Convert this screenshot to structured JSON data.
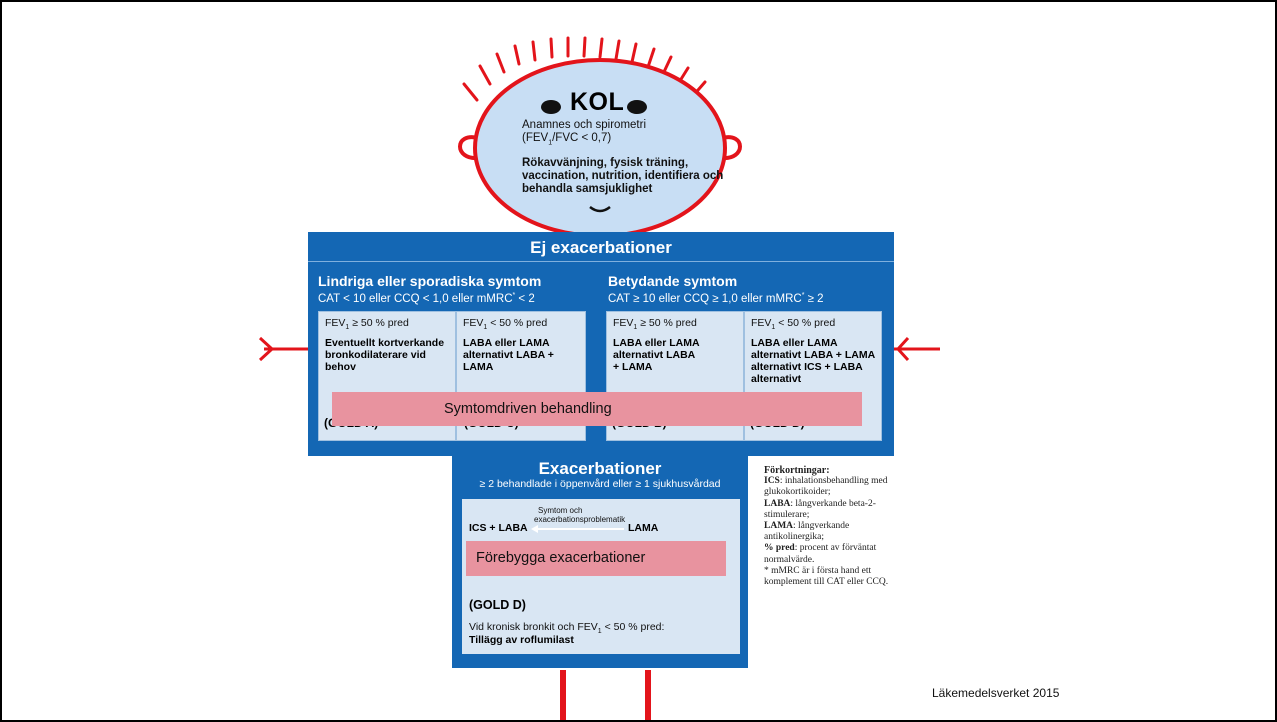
{
  "face": {
    "title": "KOL",
    "line1": "Anamnes och spirometri",
    "line2_pre": "(FEV",
    "line2_sub": "1",
    "line2_post": "/FVC < 0,7)",
    "advice": "Rökavvänjning, fysisk träning, vaccination, nutrition, identifiera och behandla samsjuklighet"
  },
  "main_panel": {
    "title": "Ej exacerbationer",
    "left": {
      "heading": "Lindriga eller sporadiska symtom",
      "criteria_pre": "CAT < 10 eller CCQ < 1,0 eller mMRC",
      "criteria_sup": "*",
      "criteria_post": " < 2",
      "cells": [
        {
          "fev_pre": "FEV",
          "fev_sub": "1",
          "fev_post": " ≥ 50 % pred",
          "body": "Eventuellt kortverkande bronkodilaterare vid behov",
          "gold": "(GOLD A)"
        },
        {
          "fev_pre": "FEV",
          "fev_sub": "1",
          "fev_post": " < 50 % pred",
          "body": "LABA eller LAMA alternativt LABA + LAMA",
          "gold": "(GOLD C)"
        }
      ]
    },
    "right": {
      "heading": "Betydande symtom",
      "criteria_pre": "CAT ≥ 10 eller CCQ ≥ 1,0 eller mMRC",
      "criteria_sup": "*",
      "criteria_post": " ≥ 2",
      "cells": [
        {
          "fev_pre": "FEV",
          "fev_sub": "1",
          "fev_post": " ≥ 50 % pred",
          "body": "LABA eller LAMA alternativt LABA + LAMA",
          "gold": "(GOLD B)"
        },
        {
          "fev_pre": "FEV",
          "fev_sub": "1",
          "fev_post": " < 50 % pred",
          "body": "LABA eller LAMA alternativt LABA + LAMA alternativt ICS + LABA alternativt",
          "gold": "(GOLD D)"
        }
      ]
    },
    "overlay": "Symtomdriven behandling"
  },
  "exa_panel": {
    "title": "Exacerbationer",
    "subtitle": "≥ 2 behandlade i öppenvård eller ≥ 1 sjukhusvårdad",
    "arrow_label_1": "Symtom och",
    "arrow_label_2": "exacerbationsproblematik",
    "left_label": "ICS + LABA",
    "right_label": "LAMA",
    "overlay": "Förebygga exacerbationer",
    "gold": "(GOLD D)",
    "note_pre": "Vid kronisk bronkit och FEV",
    "note_sub": "1",
    "note_post": " < 50 % pred:",
    "note_bold": "Tillägg av roflumilast"
  },
  "legend": {
    "title": "Förkortningar:",
    "items": [
      {
        "abbr": "ICS",
        "text": ": inhalationsbehandling med glukokortikoider;"
      },
      {
        "abbr": "LABA",
        "text": ": långverkande beta-2-stimulerare;"
      },
      {
        "abbr": "LAMA",
        "text": ": långverkande antikolinergika;"
      },
      {
        "abbr": "% pred",
        "text": ": procent av förväntat normalvärde."
      }
    ],
    "footnote": "* mMRC är i första hand ett komplement till CAT eller CCQ."
  },
  "footer": "Läkemedelsverket 2015",
  "colors": {
    "panel_blue": "#1467b4",
    "cell_bg": "#d9e6f3",
    "face_fill": "#c8def4",
    "face_stroke": "#e3141b",
    "overlay_pink": "#e8939f"
  }
}
